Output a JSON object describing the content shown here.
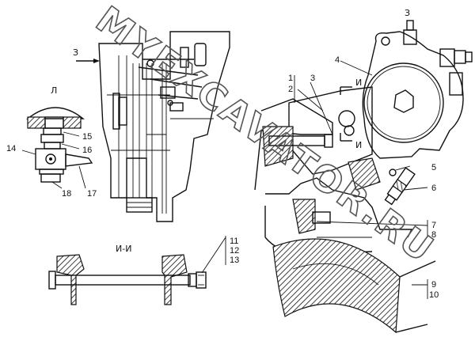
{
  "view_labels": {
    "main_view": "З",
    "arrow_view": "З",
    "section_view": "И-И",
    "detail_view": "Л",
    "section_mark_upper": "И",
    "section_mark_lower": "И"
  },
  "callouts": {
    "c1": "1",
    "c2": "2",
    "c3": "3",
    "c4": "4",
    "c5": "5",
    "c6": "6",
    "c7": "7",
    "c8": "8",
    "c9": "9",
    "c10": "10",
    "c11": "11",
    "c12": "12",
    "c13": "13",
    "c14": "14",
    "c15": "15",
    "c16": "16",
    "c17": "17",
    "c18": "18"
  },
  "watermark": "MYEXCAVATOR.RU"
}
